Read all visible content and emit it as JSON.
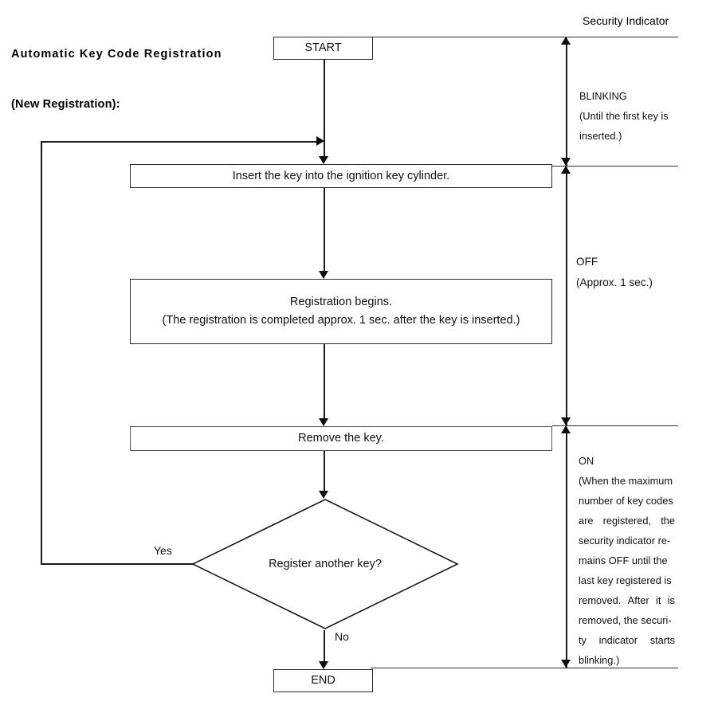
{
  "title": {
    "line1": "Automatic Key Code Registration",
    "line2": "(New Registration):"
  },
  "security_column": {
    "heading": "Security Indicator",
    "phases": [
      {
        "state": "BLINKING",
        "lines": [
          "BLINKING",
          "(Until the first key is",
          "inserted.)"
        ]
      },
      {
        "state": "OFF",
        "lines": [
          "OFF",
          "(Approx. 1 sec.)"
        ]
      },
      {
        "state": "ON",
        "lines": [
          "ON",
          "(When the maximum",
          "number of key codes",
          "are registered, the",
          "security indicator re-",
          "mains OFF until the",
          "last key registered is",
          "removed. After it is",
          "removed, the securi-",
          "ty indicator starts",
          "blinking.)"
        ],
        "justified_lines": [
          [
            "are",
            "registered,",
            "the"
          ],
          [
            "removed.",
            "After",
            "it",
            "is"
          ],
          [
            "ty",
            "indicator",
            "starts"
          ]
        ]
      }
    ]
  },
  "flow": {
    "start": "START",
    "step_insert": "Insert the key into the ignition key cylinder.",
    "step_registration_line1": "Registration begins.",
    "step_registration_line2": "(The registration is completed approx. 1 sec. after the key is inserted.)",
    "step_remove": "Remove the key.",
    "decision": "Register another key?",
    "branch_yes": "Yes",
    "branch_no": "No",
    "end": "END"
  },
  "colors": {
    "line": "#1a1a1a",
    "box_border": "#2b2b2b",
    "text": "#111111",
    "background": "#ffffff"
  }
}
